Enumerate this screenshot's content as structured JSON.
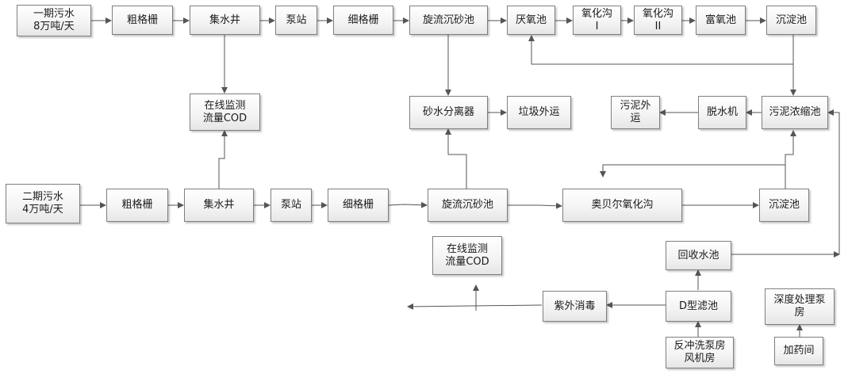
{
  "nodes": {
    "phase1_sewage": "一期污水\n8万吨/天",
    "coarse_screen_1": "粗格栅",
    "sump_well_1": "集水井",
    "pump_station_1": "泵站",
    "fine_screen_1": "细格栅",
    "vortex_grit_1": "旋流沉砂池",
    "anaerobic_tank": "厌氧池",
    "oxidation_ditch_1": "氧化沟\nI",
    "oxidation_ditch_2": "氧化沟\nII",
    "oxygen_rich_tank": "富氧池",
    "sedimentation_1": "沉淀池",
    "online_monitor_1": "在线监测\n流量COD",
    "sand_water_separator": "砂水分离器",
    "garbage_outbound": "垃圾外运",
    "sludge_outbound": "污泥外\n运",
    "dewatering_machine": "脱水机",
    "sludge_thickener": "污泥浓缩池",
    "phase2_sewage": "二期污水\n4万吨/天",
    "coarse_screen_2": "粗格栅",
    "sump_well_2": "集水井",
    "pump_station_2": "泵站",
    "fine_screen_2": "细格栅",
    "vortex_grit_2": "旋流沉砂池",
    "orbal_oxidation_ditch": "奥贝尔氧化沟",
    "sedimentation_2": "沉淀池",
    "online_monitor_2": "在线监测\n流量COD",
    "recovery_pool": "回收水池",
    "uv_disinfection": "紫外消毒",
    "d_type_filter": "D型滤池",
    "advanced_pump_house": "深度处理泵\n房",
    "backwash_pump_house": "反冲洗泵房\n风机房",
    "dosing_room": "加药间"
  }
}
